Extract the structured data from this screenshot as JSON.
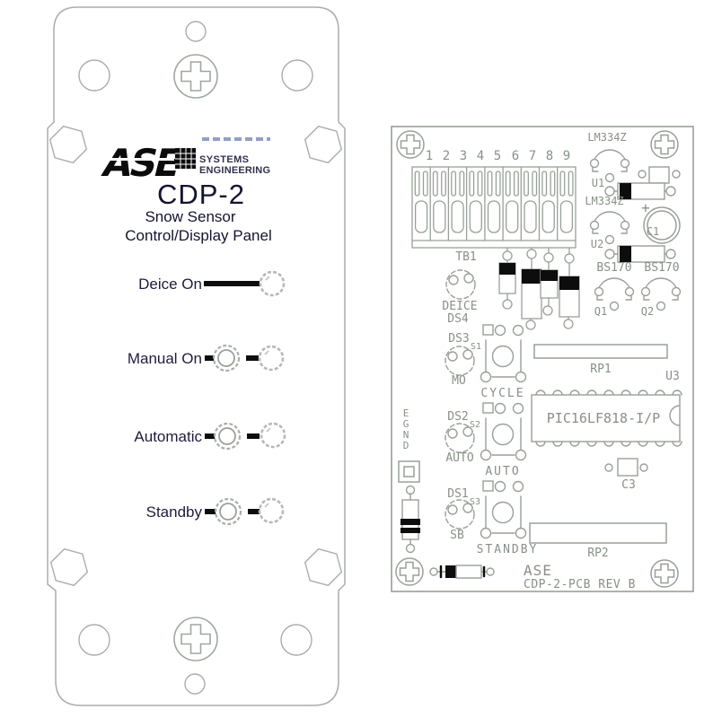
{
  "panel": {
    "logo": {
      "brand": "ASE",
      "org_line1": "SYSTEMS",
      "org_line2": "ENGINEERING"
    },
    "model": "CDP-2",
    "subtitle_line1": "Snow Sensor",
    "subtitle_line2": "Control/Display Panel",
    "rows": [
      {
        "label": "Deice On"
      },
      {
        "label": "Manual On"
      },
      {
        "label": "Automatic"
      },
      {
        "label": "Standby"
      }
    ]
  },
  "pcb": {
    "terminal_numbers": [
      "1",
      "2",
      "3",
      "4",
      "5",
      "6",
      "7",
      "8",
      "9"
    ],
    "tb1": "TB1",
    "lm334z": [
      "LM334Z",
      "LM334Z"
    ],
    "u1": "U1",
    "u2": "U2",
    "u3": "U3",
    "c1": "C1",
    "c3": "C3",
    "plus": "+",
    "bs170": [
      "BS170",
      "BS170"
    ],
    "q1": "Q1",
    "q2": "Q2",
    "deice": "DEICE",
    "ds4": "DS4",
    "ds3": "DS3",
    "s1": "S1",
    "mo": "MO",
    "cycle": "CYCLE",
    "ds2": "DS2",
    "s2": "S2",
    "auto_led": "AUTO",
    "auto_button": "AUTO",
    "ds1": "DS1",
    "s3": "S3",
    "sb": "SB",
    "standby": "STANDBY",
    "rp1": "RP1",
    "rp2": "RP2",
    "ic_part": "PIC16LF818-I/P",
    "egnd": [
      "E",
      "G",
      "N",
      "D"
    ],
    "brand": "ASE",
    "board_id": "CDP-2-PCB REV B"
  },
  "colors": {
    "panel_line": "#a8aea8",
    "pcb_line": "#98a098",
    "silk_text": "#879187",
    "label_text": "#1d1d3d",
    "black": "#0d0d0d",
    "led_gray": "#b6bab6"
  }
}
